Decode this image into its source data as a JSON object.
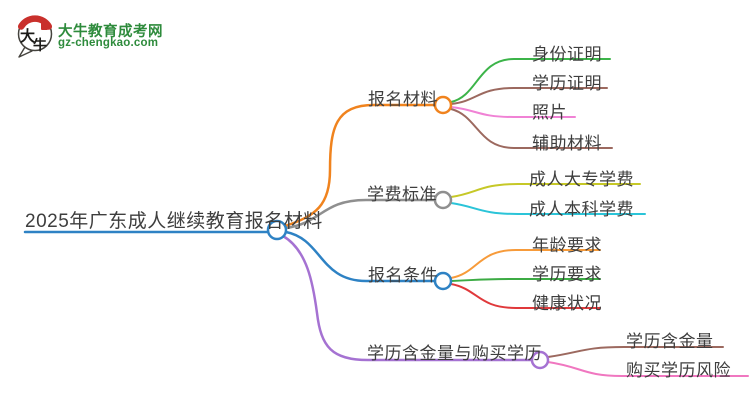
{
  "logo": {
    "icon_char_1": "大",
    "icon_char_2": "牛",
    "title": "大牛教育成考网",
    "subtitle": "gz-chengkao.com",
    "brand_color": "#2e8b3c"
  },
  "mindmap": {
    "root": {
      "label": "2025年广东成人继续教育报名材料",
      "color": "#2e82c4"
    },
    "branches": [
      {
        "label": "报名材料",
        "color": "#f0831e",
        "children": [
          {
            "label": "身份证明",
            "color": "#3cb449"
          },
          {
            "label": "学历证明",
            "color": "#9c695f"
          },
          {
            "label": "照片",
            "color": "#f082d5"
          },
          {
            "label": "辅助材料",
            "color": "#9c695f"
          }
        ]
      },
      {
        "label": "学费标准",
        "color": "#8f8f8f",
        "children": [
          {
            "label": "成人大专学费",
            "color": "#c6c827"
          },
          {
            "label": "成人本科学费",
            "color": "#2bc4d8"
          }
        ]
      },
      {
        "label": "报名条件",
        "color": "#2e82c4",
        "children": [
          {
            "label": "年龄要求",
            "color": "#f79b3a"
          },
          {
            "label": "学历要求",
            "color": "#3cab44"
          },
          {
            "label": "健康状况",
            "color": "#e0393b"
          }
        ]
      },
      {
        "label": "学历含金量与购买学历",
        "color": "#a572d2",
        "children": [
          {
            "label": "学历含金量",
            "color": "#9c695f"
          },
          {
            "label": "购买学历风险",
            "color": "#f077c0"
          }
        ]
      }
    ]
  }
}
